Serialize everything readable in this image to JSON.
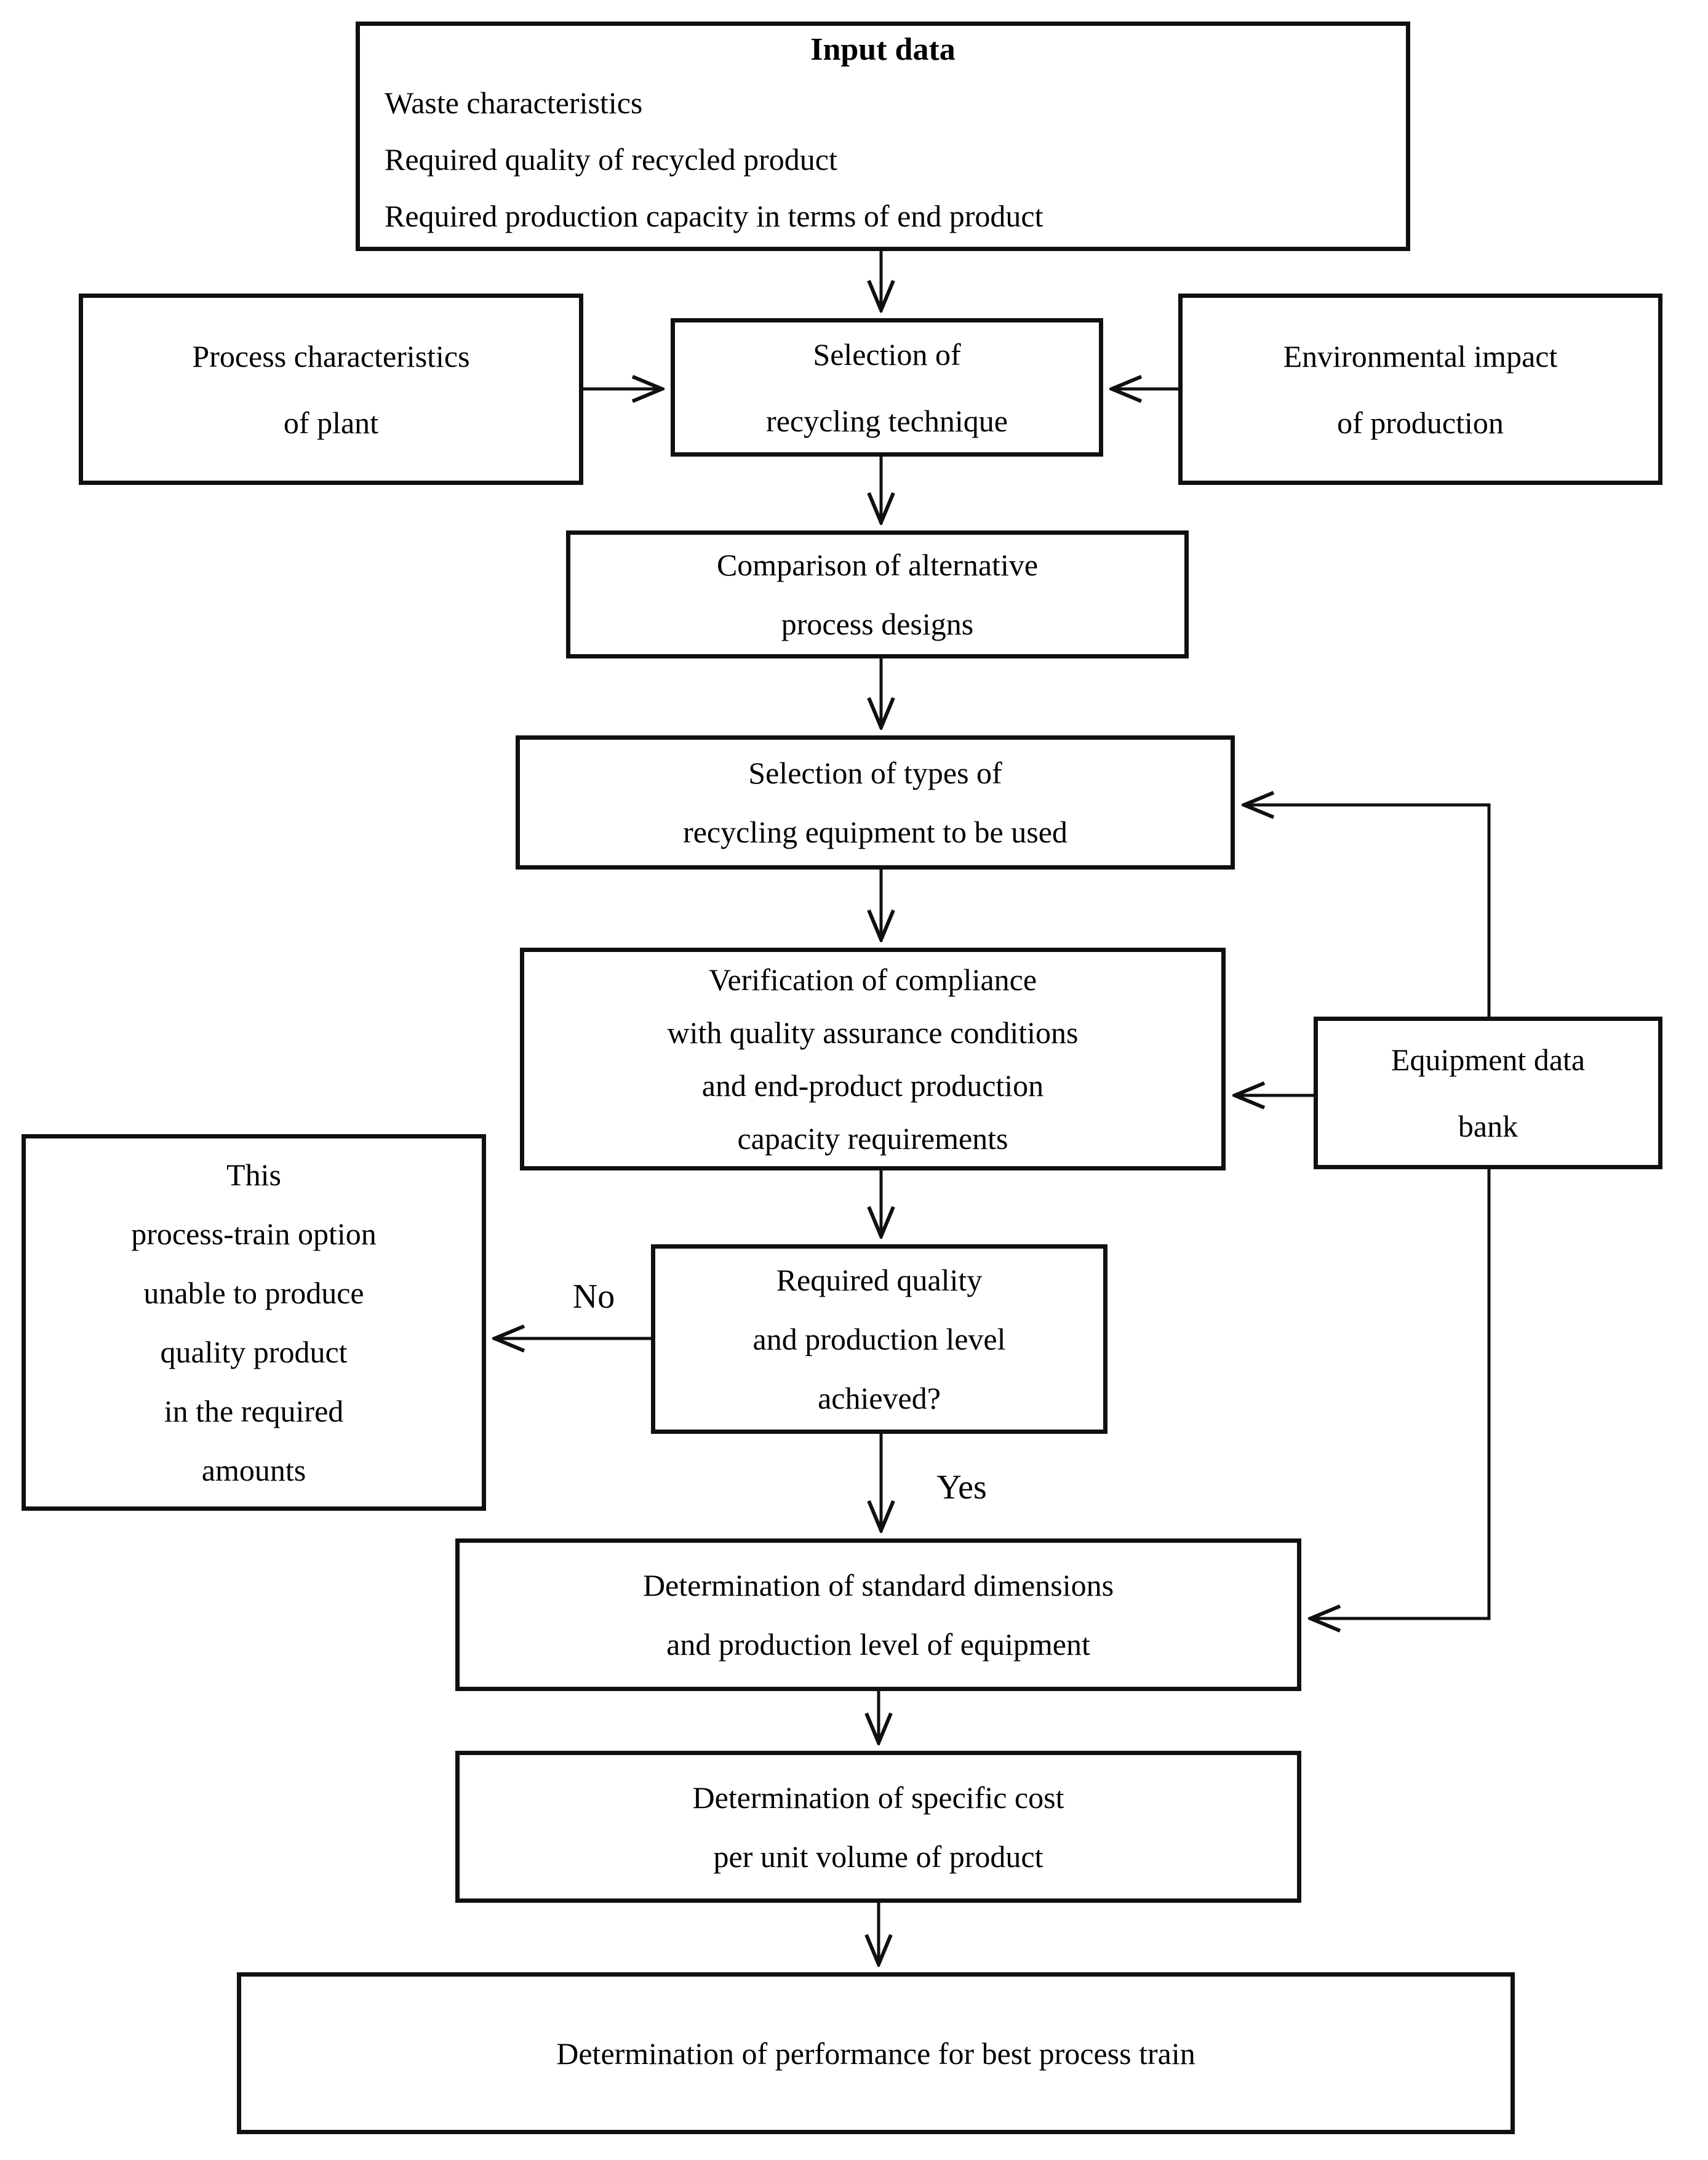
{
  "colors": {
    "ink": "#101010",
    "background": "#ffffff"
  },
  "nodes": {
    "input_data": {
      "title": "Input data",
      "body": "Waste characteristics\nRequired quality of recycled product\nRequired production capacity in terms of end product"
    },
    "process_characteristics": {
      "label": "Process characteristics\nof plant"
    },
    "selection_technique": {
      "label": "Selection of\nrecycling technique"
    },
    "environmental_impact": {
      "label": "Environmental impact\nof production"
    },
    "comparison_designs": {
      "label": "Comparison of alternative\nprocess designs"
    },
    "selection_equipment_types": {
      "label": "Selection of types of\nrecycling equipment to be used"
    },
    "verification_compliance": {
      "label": "Verification of compliance\nwith quality assurance conditions\nand end-product production\ncapacity requirements"
    },
    "equipment_data_bank": {
      "label": "Equipment data\nbank"
    },
    "process_train_unable": {
      "label": "This\nprocess-train option\nunable to produce\nquality product\nin the required\namounts"
    },
    "decision_quality": {
      "label": "Required quality\nand production level\nachieved?"
    },
    "determination_dimensions": {
      "label": "Determination of standard dimensions\nand production level of equipment"
    },
    "determination_cost": {
      "label": "Determination of specific cost\nper unit volume of product"
    },
    "determination_performance": {
      "label": "Determination of performance for best process train"
    }
  },
  "edge_labels": {
    "no": "No",
    "yes": "Yes"
  }
}
